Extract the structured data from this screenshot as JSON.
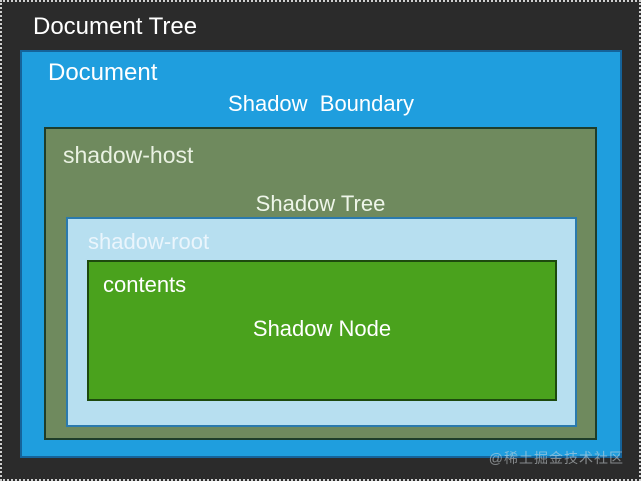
{
  "diagram": {
    "title": "Document Tree",
    "document": {
      "label": "Document",
      "boundary_label": "Shadow  Boundary"
    },
    "shadow_host": {
      "label": "shadow-host",
      "tree_label": "Shadow Tree"
    },
    "shadow_root": {
      "label": "shadow-root"
    },
    "contents": {
      "label": "contents",
      "node_label": "Shadow Node"
    },
    "watermark": "@稀土掘金技术社区",
    "colors": {
      "background_dark": "#2b2b2b",
      "document_blue": "#1f9ede",
      "shadow_host_olive": "#6f8a5e",
      "shadow_root_light_blue": "#b7dff0",
      "contents_green": "#4aa21d",
      "dotted_border": "#cfcfcf"
    }
  }
}
